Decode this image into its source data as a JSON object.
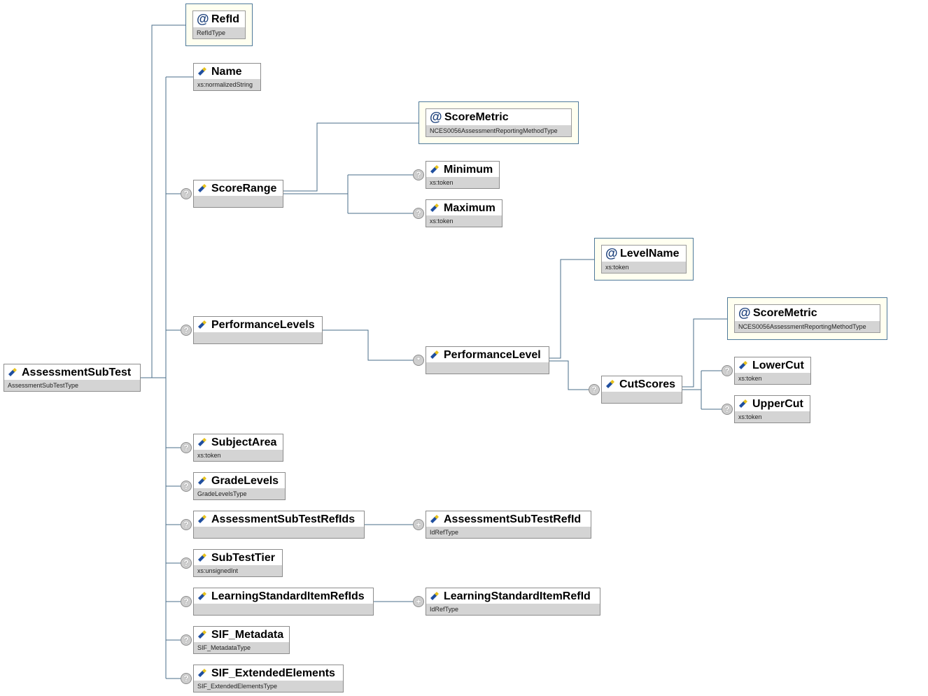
{
  "root": {
    "name": "AssessmentSubTest",
    "type": "AssessmentSubTestType"
  },
  "attributes": {
    "refid": {
      "name": "RefId",
      "type": "RefIdType"
    },
    "score_metric_range": {
      "name": "ScoreMetric",
      "type": "NCES0056AssessmentReportingMethodType"
    },
    "level_name": {
      "name": "LevelName",
      "type": "xs:token"
    },
    "score_metric_cut": {
      "name": "ScoreMetric",
      "type": "NCES0056AssessmentReportingMethodType"
    }
  },
  "elements": {
    "name": {
      "name": "Name",
      "type": "xs:normalizedString"
    },
    "score_range": {
      "name": "ScoreRange",
      "type": ""
    },
    "minimum": {
      "name": "Minimum",
      "type": "xs:token"
    },
    "maximum": {
      "name": "Maximum",
      "type": "xs:token"
    },
    "performance_levels": {
      "name": "PerformanceLevels",
      "type": ""
    },
    "performance_level": {
      "name": "PerformanceLevel",
      "type": ""
    },
    "cut_scores": {
      "name": "CutScores",
      "type": ""
    },
    "lower_cut": {
      "name": "LowerCut",
      "type": "xs:token"
    },
    "upper_cut": {
      "name": "UpperCut",
      "type": "xs:token"
    },
    "subject_area": {
      "name": "SubjectArea",
      "type": "xs:token"
    },
    "grade_levels": {
      "name": "GradeLevels",
      "type": "GradeLevelsType"
    },
    "assessment_subtest_refids": {
      "name": "AssessmentSubTestRefIds",
      "type": ""
    },
    "assessment_subtest_refid": {
      "name": "AssessmentSubTestRefId",
      "type": "IdRefType"
    },
    "subtest_tier": {
      "name": "SubTestTier",
      "type": "xs:unsignedInt"
    },
    "learning_standard_item_refids": {
      "name": "LearningStandardItemRefIds",
      "type": ""
    },
    "learning_standard_item_refid": {
      "name": "LearningStandardItemRefId",
      "type": "IdRefType"
    },
    "sif_metadata": {
      "name": "SIF_Metadata",
      "type": "SIF_MetadataType"
    },
    "sif_extended_elements": {
      "name": "SIF_ExtendedElements",
      "type": "SIF_ExtendedElementsType"
    }
  },
  "occurrence_symbols": {
    "optional": "?",
    "zero_or_more": "*",
    "one_or_more": "+"
  },
  "icons": {
    "element": "element-icon",
    "attribute": "attribute-icon",
    "attribute_symbol": "@"
  },
  "colors": {
    "connector": "#4a6e8a",
    "type_bar": "#d4d4d4",
    "attribute_fill": "#fffff0",
    "attribute_border": "#4f7a9a",
    "node_border": "#8c8c8c"
  }
}
